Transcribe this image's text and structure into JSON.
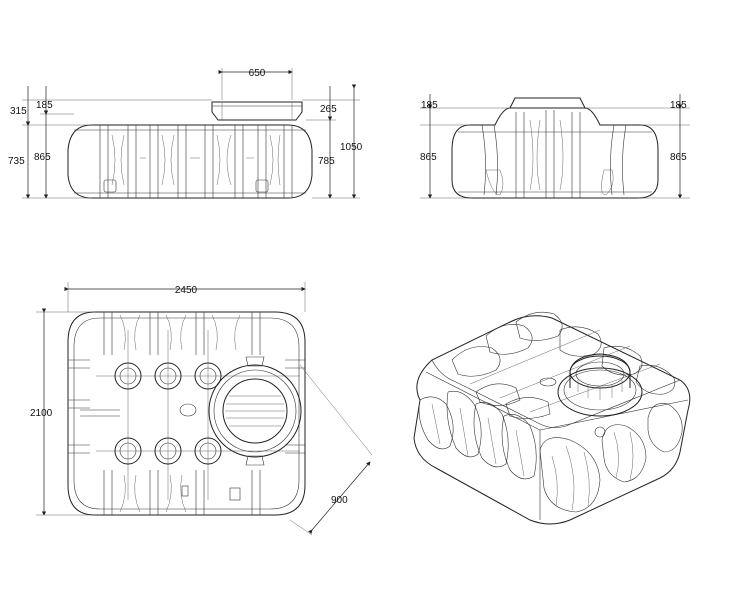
{
  "dimensions": {
    "front": {
      "width_manhole": "650",
      "top_left_outer": "315",
      "top_left_inner": "185",
      "top_right": "265",
      "left_outer": "735",
      "left_inner": "865",
      "right_inner": "785",
      "right_outer": "1050"
    },
    "side": {
      "top_left": "185",
      "top_right": "185",
      "left": "865",
      "right": "865"
    },
    "top": {
      "length": "2450",
      "width": "2100",
      "diagonal": "900"
    }
  },
  "colors": {
    "line": "#222222",
    "background": "#ffffff"
  }
}
